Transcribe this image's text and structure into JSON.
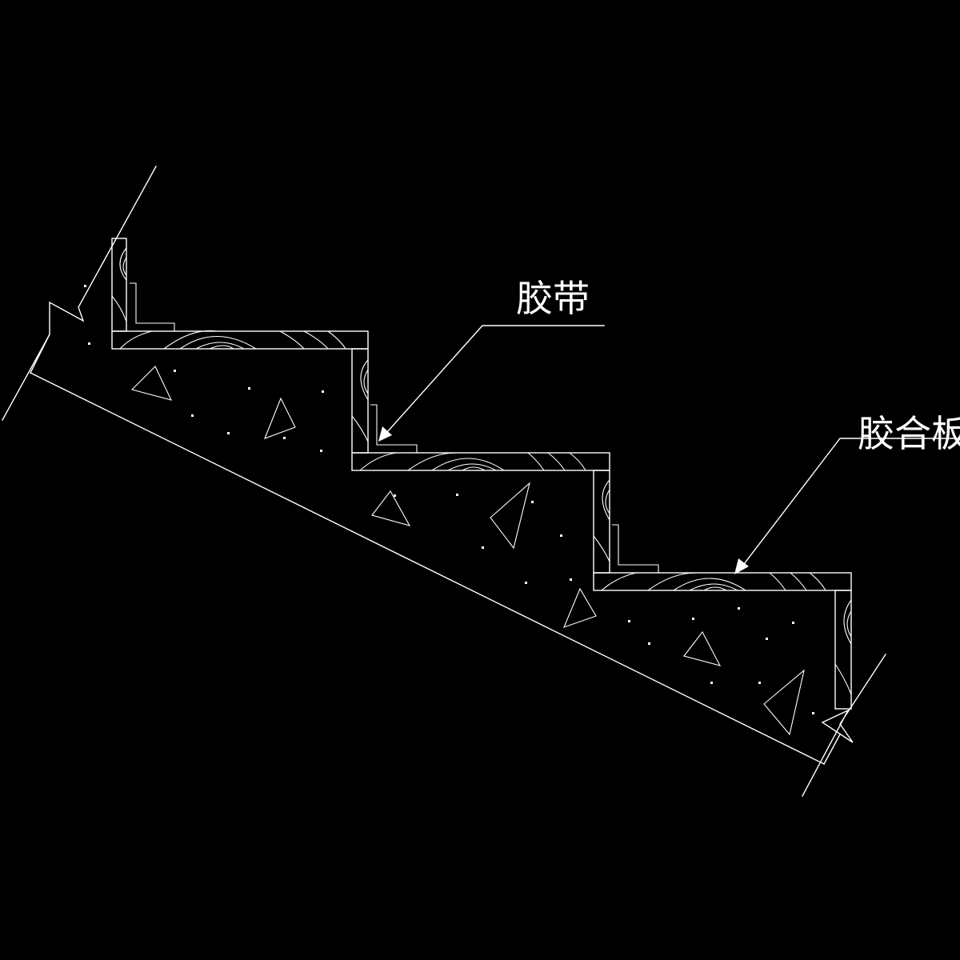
{
  "drawing": {
    "background": "#000000",
    "line_color": "#ffffff"
  },
  "callouts": [
    {
      "id": "tape",
      "text": "胶带"
    },
    {
      "id": "plywood",
      "text": "胶合板"
    }
  ]
}
